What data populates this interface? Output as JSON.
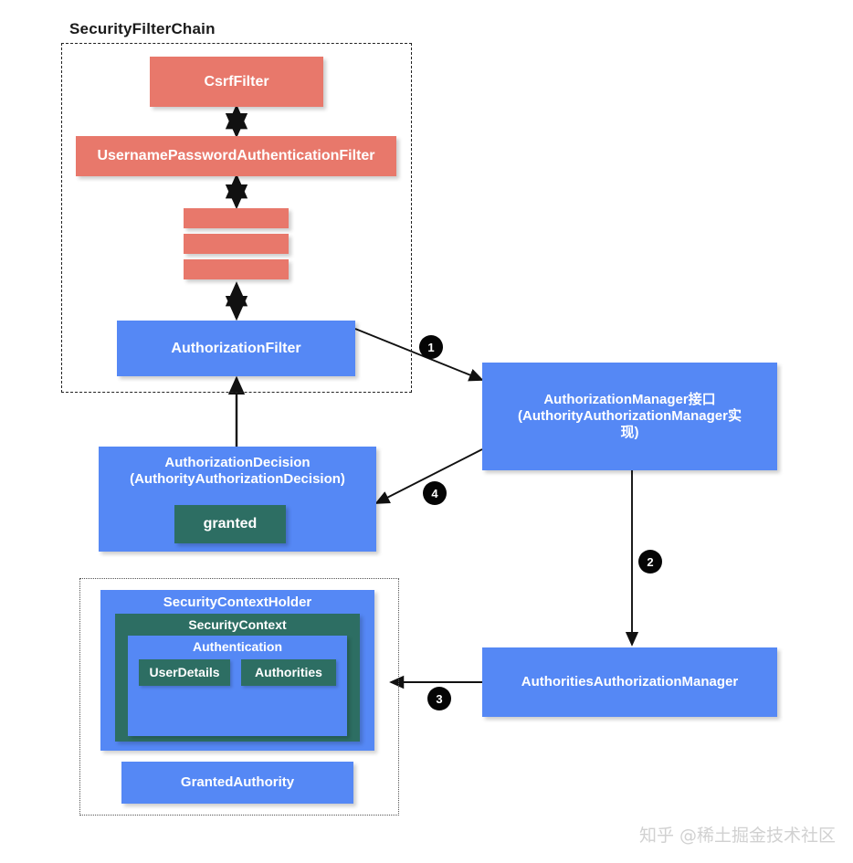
{
  "diagram": {
    "title": "SecurityFilterChain",
    "watermark": "知乎 @稀土掘金技术社区"
  },
  "filter_chain": {
    "label": "SecurityFilterChain",
    "filters": [
      {
        "name": "CsrfFilter",
        "label": "CsrfFilter",
        "color": "#e8786b"
      },
      {
        "name": "UsernamePasswordAuthenticationFilter",
        "label": "UsernamePasswordAuthenticationFilter",
        "color": "#e8786b"
      },
      {
        "name": "unnamed-filter-1",
        "label": "",
        "color": "#e8786b"
      },
      {
        "name": "unnamed-filter-2",
        "label": "",
        "color": "#e8786b"
      },
      {
        "name": "unnamed-filter-3",
        "label": "",
        "color": "#e8786b"
      },
      {
        "name": "AuthorizationFilter",
        "label": "AuthorizationFilter",
        "color": "#5588f5"
      }
    ]
  },
  "nodes": {
    "authorization_manager": {
      "line1": "AuthorizationManager接口",
      "line2": "(AuthorityAuthorizationManager实",
      "line3": "现)",
      "color": "#5588f5"
    },
    "authorities_authorization_manager": {
      "label": "AuthoritiesAuthorizationManager",
      "color": "#5588f5"
    },
    "authorization_decision": {
      "line1": "AuthorizationDecision",
      "line2": "(AuthorityAuthorizationDecision)",
      "granted_label": "granted",
      "color": "#5588f5",
      "granted_color": "#2d6e63"
    }
  },
  "security_context_holder": {
    "holder_label": "SecurityContextHolder",
    "context_label": "SecurityContext",
    "authentication_label": "Authentication",
    "user_details_label": "UserDetails",
    "authorities_label": "Authorities",
    "granted_authority_label": "GrantedAuthority",
    "holder_color": "#5588f5",
    "context_color": "#2d6e63",
    "authentication_color": "#5588f5",
    "leaf_color": "#2d6e63"
  },
  "badges": [
    {
      "number": "1"
    },
    {
      "number": "2"
    },
    {
      "number": "3"
    },
    {
      "number": "4"
    }
  ],
  "colors": {
    "red": "#e8786b",
    "blue": "#5588f5",
    "green": "#2d6e63",
    "badge": "#050505",
    "text": "#ffffff"
  }
}
